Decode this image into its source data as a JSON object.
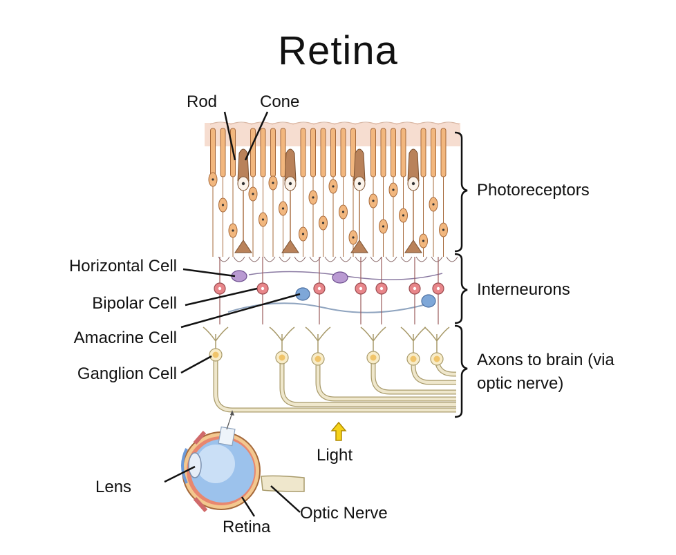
{
  "title": "Retina",
  "labels": {
    "rod": "Rod",
    "cone": "Cone",
    "photoreceptors": "Photoreceptors",
    "horizontal_cell": "Horizontal Cell",
    "bipolar_cell": "Bipolar Cell",
    "interneurons": "Interneurons",
    "amacrine_cell": "Amacrine Cell",
    "ganglion_cell": "Ganglion Cell",
    "axons_line1": "Axons to brain (via",
    "axons_line2": "optic nerve)",
    "light": "Light",
    "lens": "Lens",
    "retina": "Retina",
    "optic_nerve": "Optic Nerve"
  },
  "colors": {
    "photoreceptor": "#f2b77e",
    "photoreceptor_outline": "#a5683a",
    "cone_body": "#b9825a",
    "pigment": "#f6ddd0",
    "bipolar": "#e8868a",
    "horizontal": "#b99ad2",
    "amacrine": "#7ea7d8",
    "ganglion": "#f0c46a",
    "axon": "#efe7cc",
    "eye": "#8fb8e8",
    "light_arrow": "#f5d21a"
  }
}
